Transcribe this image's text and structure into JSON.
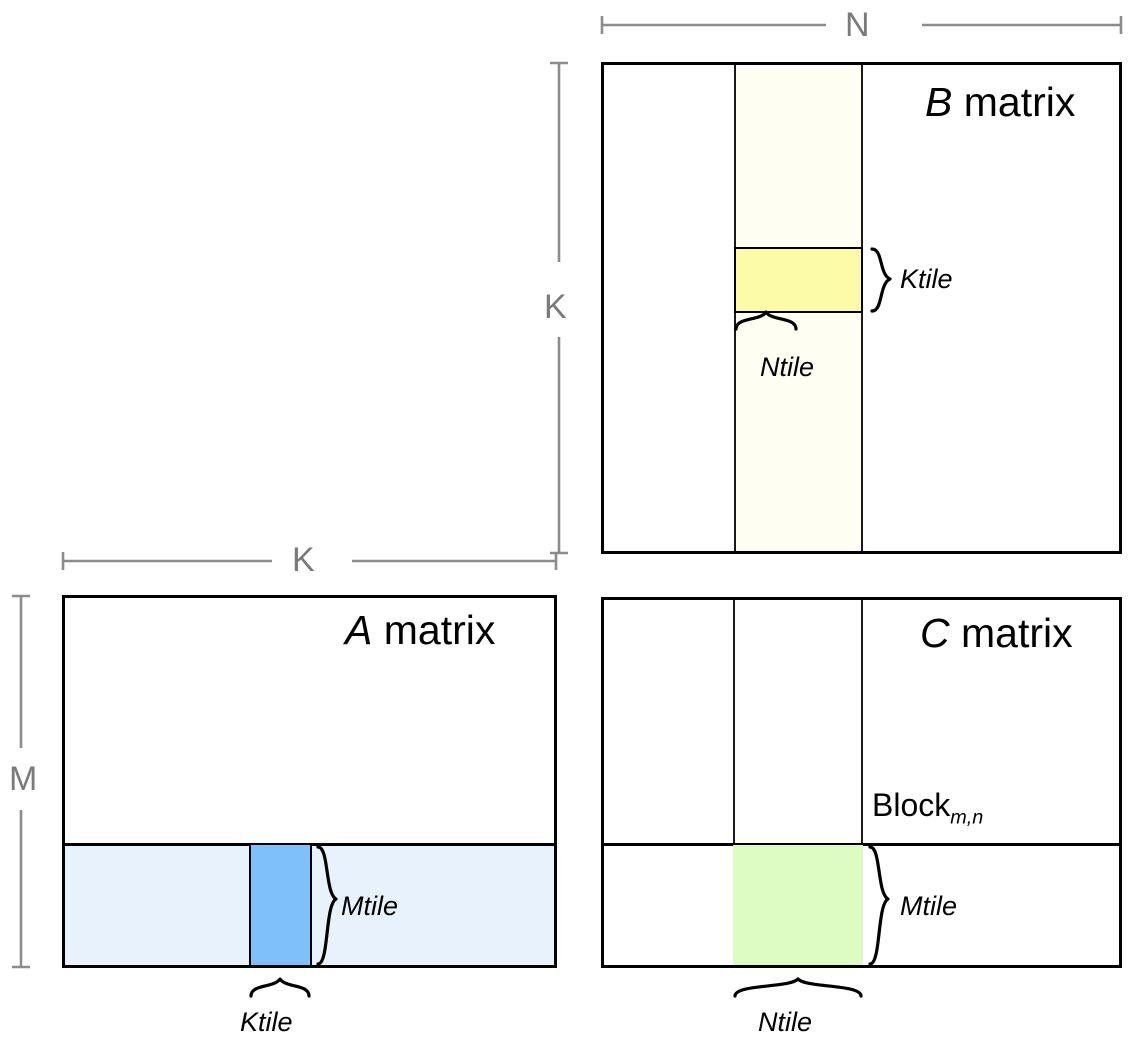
{
  "diagram": {
    "title": "Tiled matrix multiplication blocking diagram",
    "matrices": [
      {
        "id": "B",
        "label_text": "B",
        "label_suffix": " matrix"
      },
      {
        "id": "A",
        "label_text": "A",
        "label_suffix": " matrix"
      },
      {
        "id": "C",
        "label_text": "C",
        "label_suffix": " matrix"
      }
    ],
    "dimensions": {
      "N": "N",
      "K_vertical": "K",
      "K_horizontal": "K",
      "M": "M"
    },
    "tile_labels": {
      "b_ktile": "Ktile",
      "b_ntile": "Ntile",
      "a_mtile": "Mtile",
      "a_ktile": "Ktile",
      "c_mtile": "Mtile",
      "c_ntile": "Ntile"
    },
    "block_label": {
      "base": "Block",
      "subscript": "m,n"
    },
    "colors": {
      "outline": "#000000",
      "thin_line": "#1a1a1a",
      "dimension_gray": "#7a7a7a",
      "b_column_pale_yellow": "#fffef2",
      "b_tile_yellow": "#fcfba8",
      "a_row_pale_blue": "#e8f2fd",
      "a_tile_blue": "#7fc0fb",
      "c_tile_green": "#ddfcc3",
      "background": "#ffffff"
    }
  }
}
